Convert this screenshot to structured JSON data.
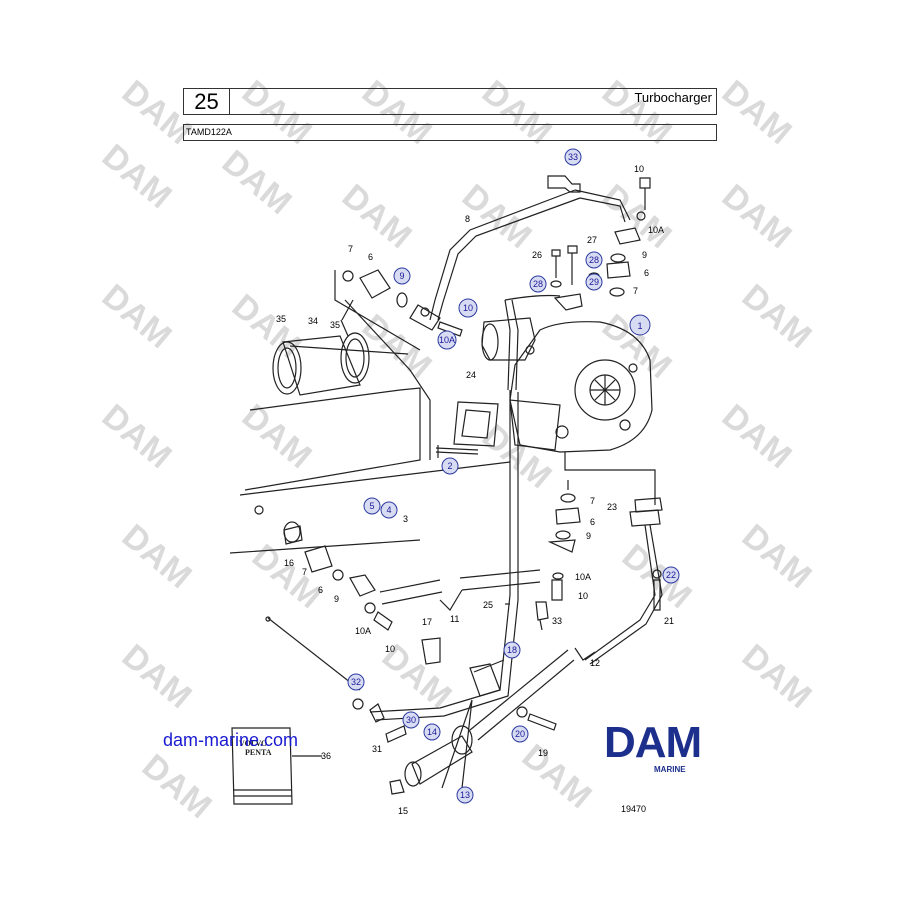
{
  "header": {
    "page_number": "25",
    "title": "Turbocharger",
    "model": "TAMD122A"
  },
  "watermark": "DAM",
  "site_link": "dam-marine.com",
  "logo": {
    "main": "DAM",
    "sub": "MARINE"
  },
  "book": {
    "brand_line1": "VOLVO",
    "brand_line2": "PENTA",
    "label": "36"
  },
  "figure_number": "19470",
  "colors": {
    "callout_fill": "#d8dcf3",
    "callout_stroke": "#2c3aa0",
    "logo": "#1c2f8c",
    "link": "#1a1ad0",
    "watermark": "#d8d8d8"
  },
  "circled_callouts": [
    "33",
    "9",
    "10",
    "10A",
    "28",
    "28",
    "29",
    "1",
    "2",
    "5",
    "4",
    "22",
    "32",
    "30",
    "14",
    "13",
    "18",
    "20"
  ],
  "plain_callouts": [
    "10",
    "10A",
    "8",
    "9",
    "26",
    "27",
    "6",
    "7",
    "7",
    "6",
    "35",
    "34",
    "35",
    "24",
    "3",
    "7",
    "6",
    "9",
    "23",
    "16",
    "7",
    "6",
    "9",
    "10A",
    "10",
    "25",
    "33",
    "11",
    "17",
    "10A",
    "10",
    "21",
    "12",
    "31",
    "19",
    "15"
  ]
}
